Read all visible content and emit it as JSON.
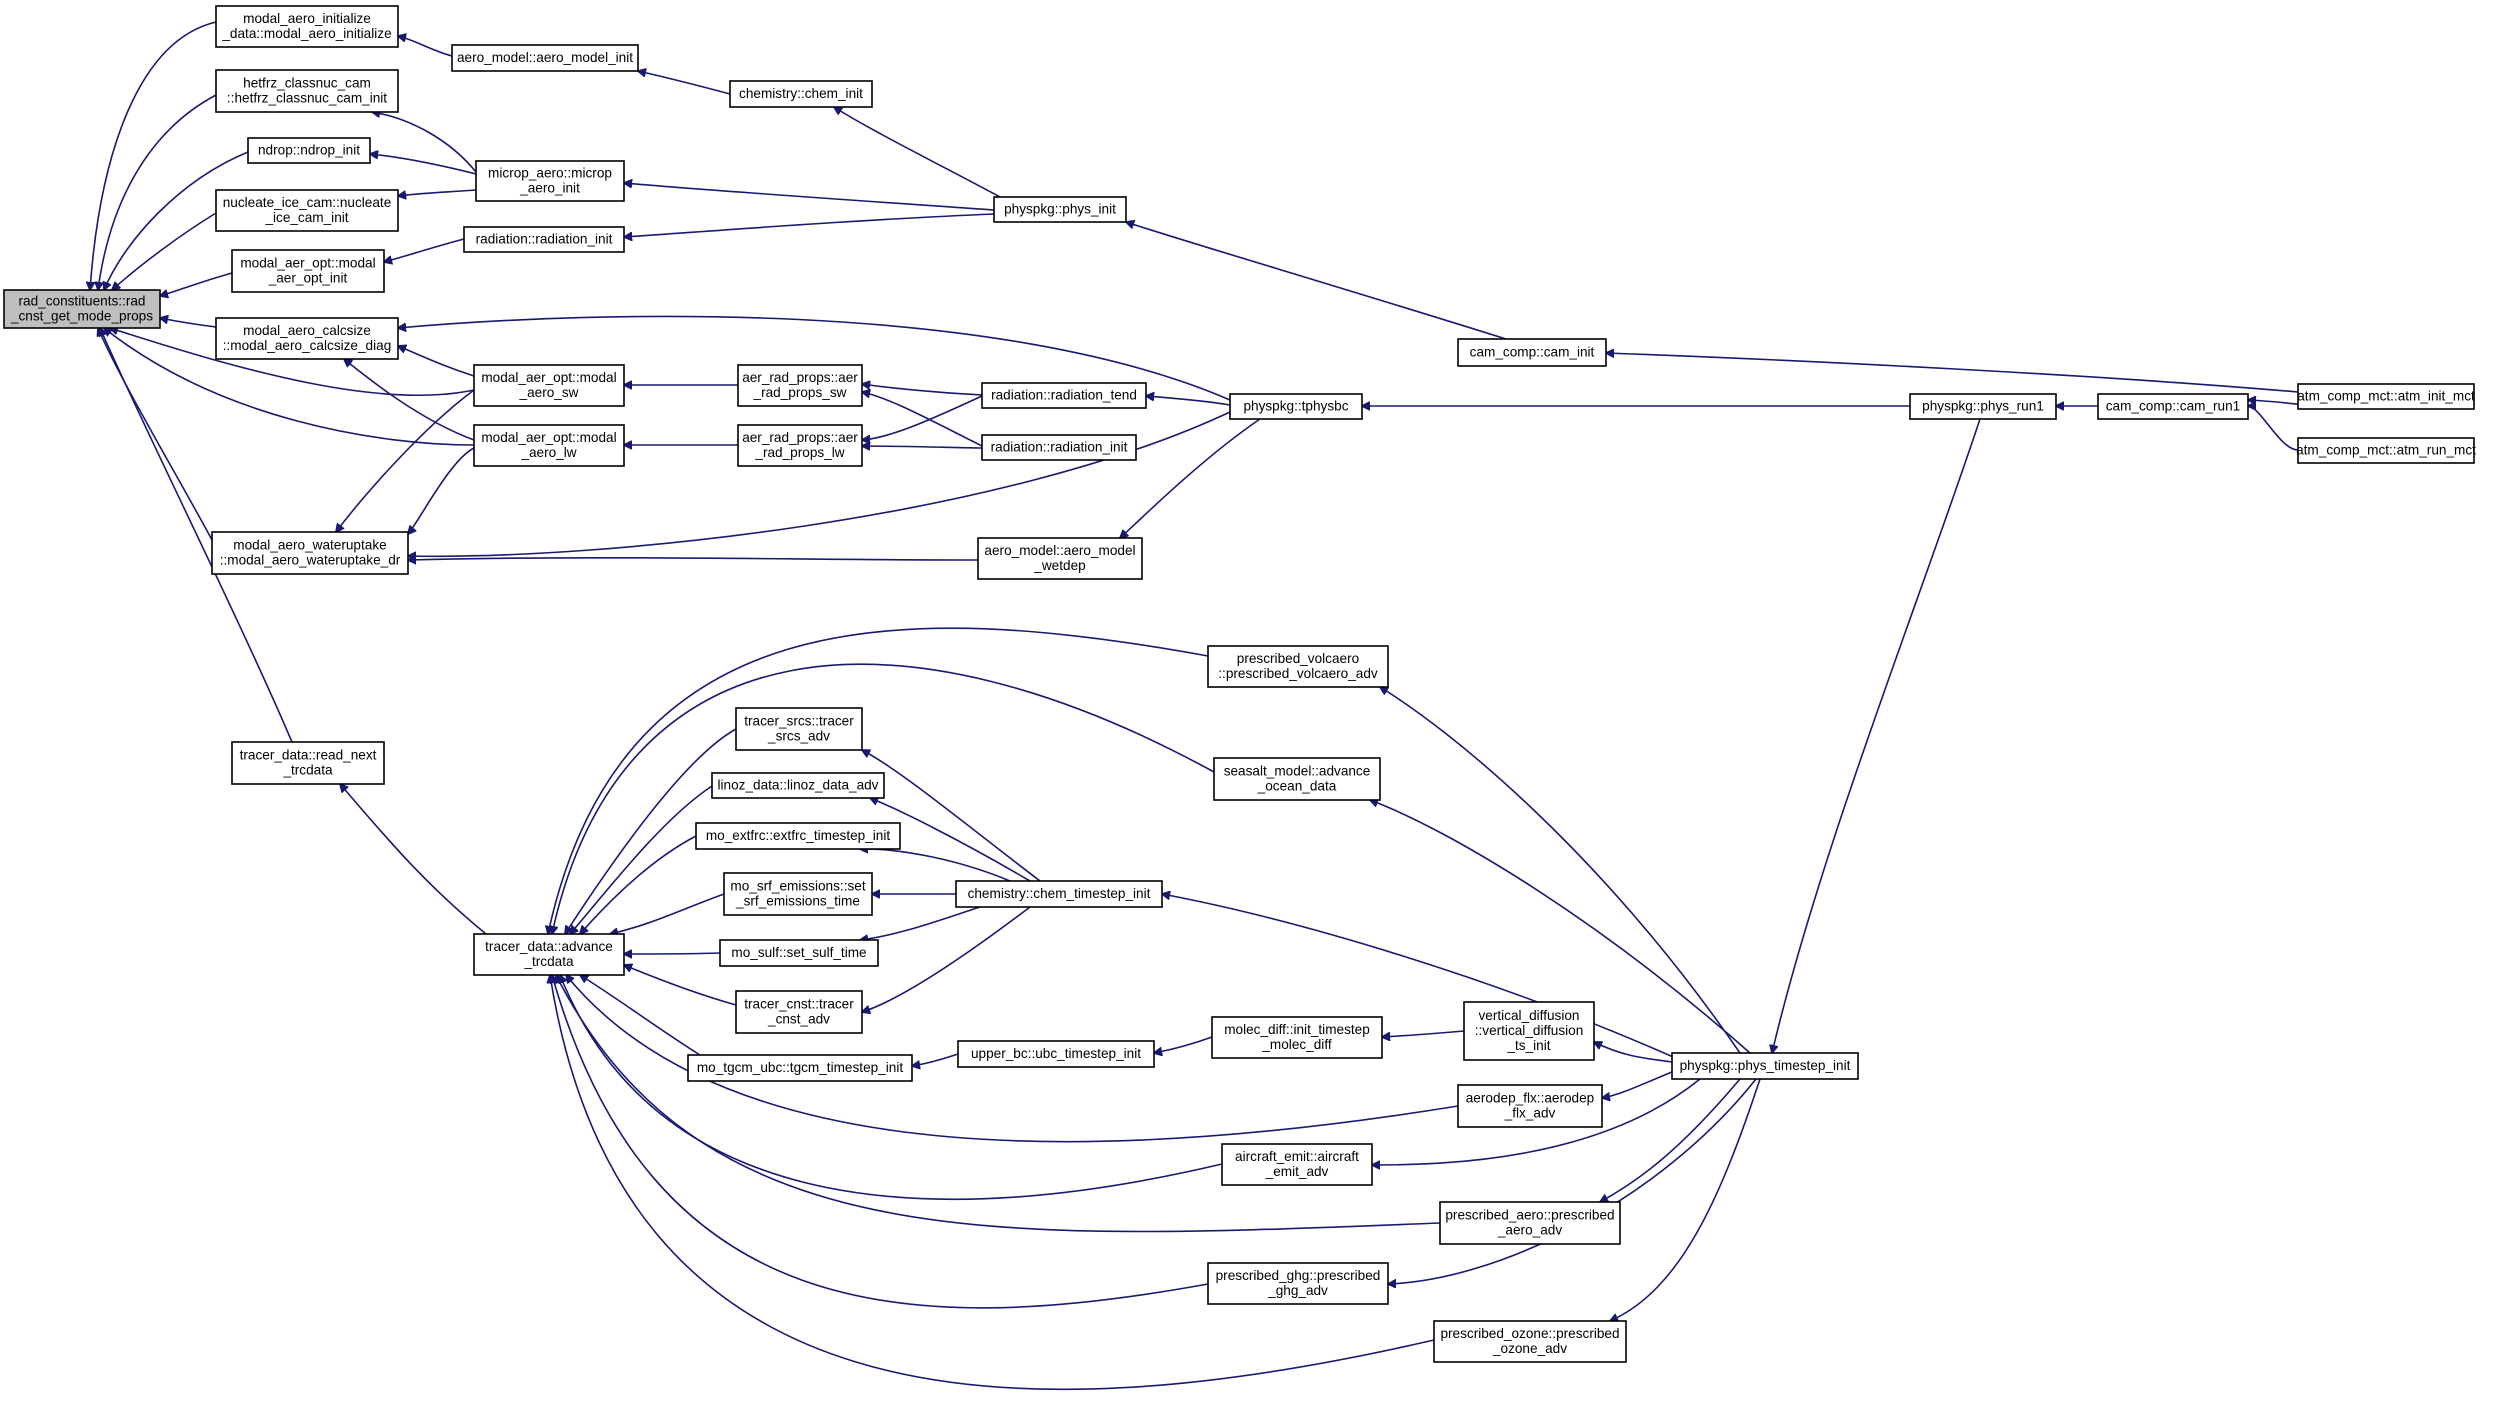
{
  "colors": {
    "edge": "#191970",
    "root_fill": "#bfbfbf",
    "node_fill": "#ffffff",
    "node_border": "#000000"
  },
  "nodes": [
    {
      "id": "root",
      "lines": [
        "rad_constituents::rad",
        "_cnst_get_mode_props"
      ],
      "root": true
    },
    {
      "id": "mai",
      "lines": [
        "modal_aero_initialize",
        "_data::modal_aero_initialize"
      ]
    },
    {
      "id": "hetfrz",
      "lines": [
        "hetfrz_classnuc_cam",
        "::hetfrz_classnuc_cam_init"
      ]
    },
    {
      "id": "ndrop",
      "lines": [
        "ndrop::ndrop_init"
      ]
    },
    {
      "id": "nucleate",
      "lines": [
        "nucleate_ice_cam::nucleate",
        "_ice_cam_init"
      ]
    },
    {
      "id": "aeroptinit",
      "lines": [
        "modal_aer_opt::modal",
        "_aer_opt_init"
      ]
    },
    {
      "id": "calcsize",
      "lines": [
        "modal_aero_calcsize",
        "::modal_aero_calcsize_diag"
      ]
    },
    {
      "id": "wateruptake",
      "lines": [
        "modal_aero_wateruptake",
        "::modal_aero_wateruptake_dr"
      ]
    },
    {
      "id": "readnext",
      "lines": [
        "tracer_data::read_next",
        "_trcdata"
      ]
    },
    {
      "id": "aeromodelinit",
      "lines": [
        "aero_model::aero_model_init"
      ]
    },
    {
      "id": "chem_init",
      "lines": [
        "chemistry::chem_init"
      ]
    },
    {
      "id": "micropinit",
      "lines": [
        "microp_aero::microp",
        "_aero_init"
      ]
    },
    {
      "id": "radinit1",
      "lines": [
        "radiation::radiation_init"
      ]
    },
    {
      "id": "aeroptsw",
      "lines": [
        "modal_aer_opt::modal",
        "_aero_sw"
      ]
    },
    {
      "id": "aeroptlw",
      "lines": [
        "modal_aer_opt::modal",
        "_aero_lw"
      ]
    },
    {
      "id": "advtrc",
      "lines": [
        "tracer_data::advance",
        "_trcdata"
      ]
    },
    {
      "id": "physinit",
      "lines": [
        "physpkg::phys_init"
      ]
    },
    {
      "id": "radpropsw",
      "lines": [
        "aer_rad_props::aer",
        "_rad_props_sw"
      ]
    },
    {
      "id": "radproplw",
      "lines": [
        "aer_rad_props::aer",
        "_rad_props_lw"
      ]
    },
    {
      "id": "radtend",
      "lines": [
        "radiation::radiation_tend"
      ]
    },
    {
      "id": "radinit2",
      "lines": [
        "radiation::radiation_init"
      ]
    },
    {
      "id": "tphysbc",
      "lines": [
        "physpkg::tphysbc"
      ]
    },
    {
      "id": "wetdep",
      "lines": [
        "aero_model::aero_model",
        "_wetdep"
      ]
    },
    {
      "id": "caminit",
      "lines": [
        "cam_comp::cam_init"
      ]
    },
    {
      "id": "physrun1",
      "lines": [
        "physpkg::phys_run1"
      ]
    },
    {
      "id": "camrun1",
      "lines": [
        "cam_comp::cam_run1"
      ]
    },
    {
      "id": "atminit",
      "lines": [
        "atm_comp_mct::atm_init_mct"
      ]
    },
    {
      "id": "atmrun",
      "lines": [
        "atm_comp_mct::atm_run_mct"
      ]
    },
    {
      "id": "volc",
      "lines": [
        "prescribed_volcaero",
        "::prescribed_volcaero_adv"
      ]
    },
    {
      "id": "srcs",
      "lines": [
        "tracer_srcs::tracer",
        "_srcs_adv"
      ]
    },
    {
      "id": "seasalt",
      "lines": [
        "seasalt_model::advance",
        "_ocean_data"
      ]
    },
    {
      "id": "linoz",
      "lines": [
        "linoz_data::linoz_data_adv"
      ]
    },
    {
      "id": "extfrc",
      "lines": [
        "mo_extfrc::extfrc_timestep_init"
      ]
    },
    {
      "id": "srfem",
      "lines": [
        "mo_srf_emissions::set",
        "_srf_emissions_time"
      ]
    },
    {
      "id": "chemts",
      "lines": [
        "chemistry::chem_timestep_init"
      ]
    },
    {
      "id": "sulf",
      "lines": [
        "mo_sulf::set_sulf_time"
      ]
    },
    {
      "id": "cnst",
      "lines": [
        "tracer_cnst::tracer",
        "_cnst_adv"
      ]
    },
    {
      "id": "tgcm",
      "lines": [
        "mo_tgcm_ubc::tgcm_timestep_init"
      ]
    },
    {
      "id": "ubc",
      "lines": [
        "upper_bc::ubc_timestep_init"
      ]
    },
    {
      "id": "molec",
      "lines": [
        "molec_diff::init_timestep",
        "_molec_diff"
      ]
    },
    {
      "id": "vdiff",
      "lines": [
        "vertical_diffusion",
        "::vertical_diffusion",
        "_ts_init"
      ]
    },
    {
      "id": "physts",
      "lines": [
        "physpkg::phys_timestep_init"
      ]
    },
    {
      "id": "aerodep",
      "lines": [
        "aerodep_flx::aerodep",
        "_flx_adv"
      ]
    },
    {
      "id": "aircraft",
      "lines": [
        "aircraft_emit::aircraft",
        "_emit_adv"
      ]
    },
    {
      "id": "presaero",
      "lines": [
        "prescribed_aero::prescribed",
        "_aero_adv"
      ]
    },
    {
      "id": "ghg",
      "lines": [
        "prescribed_ghg::prescribed",
        "_ghg_adv"
      ]
    },
    {
      "id": "ozone",
      "lines": [
        "prescribed_ozone::prescribed",
        "_ozone_adv"
      ]
    }
  ],
  "edges": [
    [
      "mai",
      "root"
    ],
    [
      "hetfrz",
      "root"
    ],
    [
      "ndrop",
      "root"
    ],
    [
      "nucleate",
      "root"
    ],
    [
      "aeroptinit",
      "root"
    ],
    [
      "calcsize",
      "root"
    ],
    [
      "wateruptake",
      "root"
    ],
    [
      "readnext",
      "root"
    ],
    [
      "aeroptsw",
      "root"
    ],
    [
      "aeroptlw",
      "root"
    ],
    [
      "aeromodelinit",
      "mai"
    ],
    [
      "micropinit",
      "hetfrz"
    ],
    [
      "micropinit",
      "ndrop"
    ],
    [
      "micropinit",
      "nucleate"
    ],
    [
      "radinit1",
      "aeroptinit"
    ],
    [
      "aeroptsw",
      "calcsize"
    ],
    [
      "aeroptlw",
      "calcsize"
    ],
    [
      "tphysbc",
      "calcsize"
    ],
    [
      "aeroptsw",
      "wateruptake"
    ],
    [
      "aeroptlw",
      "wateruptake"
    ],
    [
      "tphysbc",
      "wateruptake"
    ],
    [
      "wetdep",
      "wateruptake"
    ],
    [
      "advtrc",
      "readnext"
    ],
    [
      "chem_init",
      "aeromodelinit"
    ],
    [
      "physinit",
      "chem_init"
    ],
    [
      "physinit",
      "micropinit"
    ],
    [
      "physinit",
      "radinit1"
    ],
    [
      "radpropsw",
      "aeroptsw"
    ],
    [
      "radproplw",
      "aeroptlw"
    ],
    [
      "radtend",
      "radpropsw"
    ],
    [
      "radinit2",
      "radpropsw"
    ],
    [
      "radtend",
      "radproplw"
    ],
    [
      "radinit2",
      "radproplw"
    ],
    [
      "tphysbc",
      "radtend"
    ],
    [
      "tphysbc",
      "wetdep"
    ],
    [
      "caminit",
      "physinit"
    ],
    [
      "physrun1",
      "tphysbc"
    ],
    [
      "camrun1",
      "physrun1"
    ],
    [
      "atmrun",
      "camrun1"
    ],
    [
      "atminit",
      "camrun1"
    ],
    [
      "atminit",
      "caminit"
    ],
    [
      "volc",
      "advtrc"
    ],
    [
      "srcs",
      "advtrc"
    ],
    [
      "seasalt",
      "advtrc"
    ],
    [
      "linoz",
      "advtrc"
    ],
    [
      "extfrc",
      "advtrc"
    ],
    [
      "srfem",
      "advtrc"
    ],
    [
      "sulf",
      "advtrc"
    ],
    [
      "cnst",
      "advtrc"
    ],
    [
      "tgcm",
      "advtrc"
    ],
    [
      "aerodep",
      "advtrc"
    ],
    [
      "aircraft",
      "advtrc"
    ],
    [
      "presaero",
      "advtrc"
    ],
    [
      "ghg",
      "advtrc"
    ],
    [
      "ozone",
      "advtrc"
    ],
    [
      "chemts",
      "srcs"
    ],
    [
      "chemts",
      "linoz"
    ],
    [
      "chemts",
      "extfrc"
    ],
    [
      "chemts",
      "srfem"
    ],
    [
      "chemts",
      "sulf"
    ],
    [
      "chemts",
      "cnst"
    ],
    [
      "ubc",
      "tgcm"
    ],
    [
      "molec",
      "ubc"
    ],
    [
      "vdiff",
      "molec"
    ],
    [
      "physts",
      "volc"
    ],
    [
      "physts",
      "seasalt"
    ],
    [
      "physts",
      "chemts"
    ],
    [
      "physts",
      "vdiff"
    ],
    [
      "physts",
      "aerodep"
    ],
    [
      "physts",
      "aircraft"
    ],
    [
      "physts",
      "presaero"
    ],
    [
      "physts",
      "ghg"
    ],
    [
      "physts",
      "ozone"
    ],
    [
      "physrun1",
      "physts"
    ]
  ]
}
